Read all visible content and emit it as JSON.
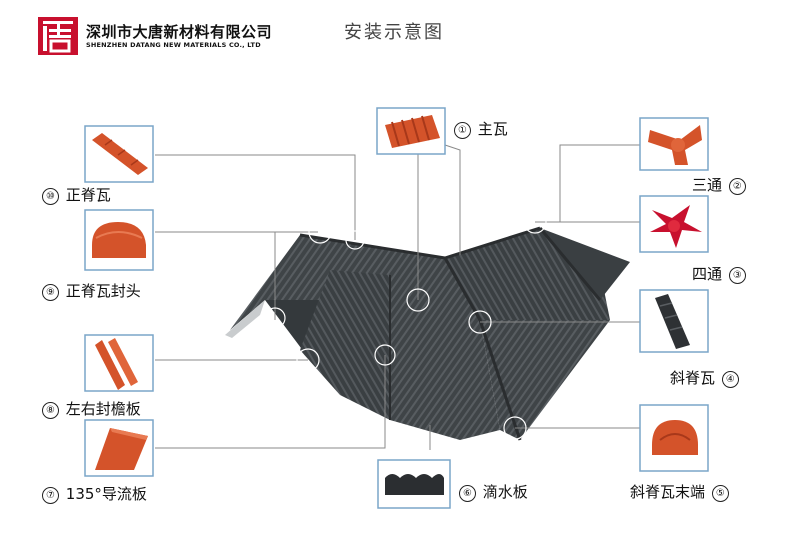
{
  "header": {
    "company_name_cn": "深圳市大唐新材料有限公司",
    "company_name_en": "SHENZHEN DATANG NEW MATERIALS CO., LTD",
    "title": "安装示意图"
  },
  "components": [
    {
      "num": "①",
      "name": "主瓦"
    },
    {
      "num": "②",
      "name": "三通"
    },
    {
      "num": "③",
      "name": "四通"
    },
    {
      "num": "④",
      "name": "斜脊瓦"
    },
    {
      "num": "⑤",
      "name": "斜脊瓦末端"
    },
    {
      "num": "⑥",
      "name": "滴水板"
    },
    {
      "num": "⑦",
      "name": "135°导流板"
    },
    {
      "num": "⑧",
      "name": "左右封檐板"
    },
    {
      "num": "⑨",
      "name": "正脊瓦封头"
    },
    {
      "num": "⑩",
      "name": "正脊瓦"
    }
  ],
  "colors": {
    "tile_orange": "#d4532a",
    "tile_dark": "#4a4e52",
    "roof_dark": "#3c4144",
    "thumb_border": "#7aa5c9",
    "leader_line": "#8a8a8a"
  }
}
